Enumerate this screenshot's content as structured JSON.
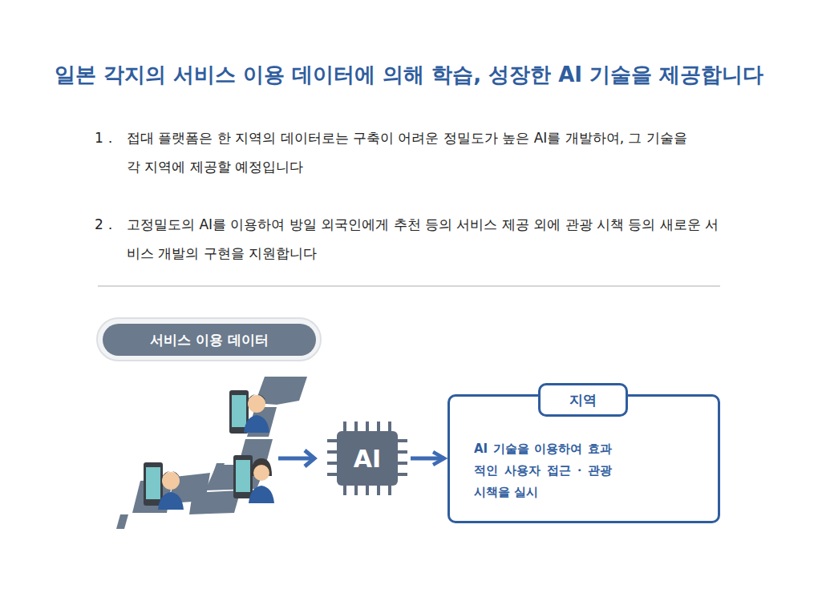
{
  "diagram": {
    "title": "일본 각지의 서비스 이용 데이터에 의해 학습, 성장한 AI 기술을 제공합니다",
    "nodes": [
      {
        "text": [
          "서비스 이용 데이터"
        ]
      },
      {
        "text": [
          "AI"
        ]
      },
      {
        "text": [
          "지역",
          "AI 기술을 이용하여 효과 적인 사용자 접근・관광 시책을 실시"
        ]
      }
    ],
    "edges": [
      {
        "from": 1,
        "to": 2,
        "arrow": "to"
      }
    ],
    "labels": [
      "1．",
      "접대 플랫폼은 한 지역의 데이터로는 구축이 어려운 정밀도가 높은 AI를 개발하여, 그 기술을 각 지역에 제공할 예정입니다",
      "2．",
      "고정밀도의 AI를 이용하여 방일 외국인에게 추천 등의 서비스 제공 외에 관광 시책 등의 새로운 서비스 개발의 구현을 지원합니다"
    ]
  }
}
